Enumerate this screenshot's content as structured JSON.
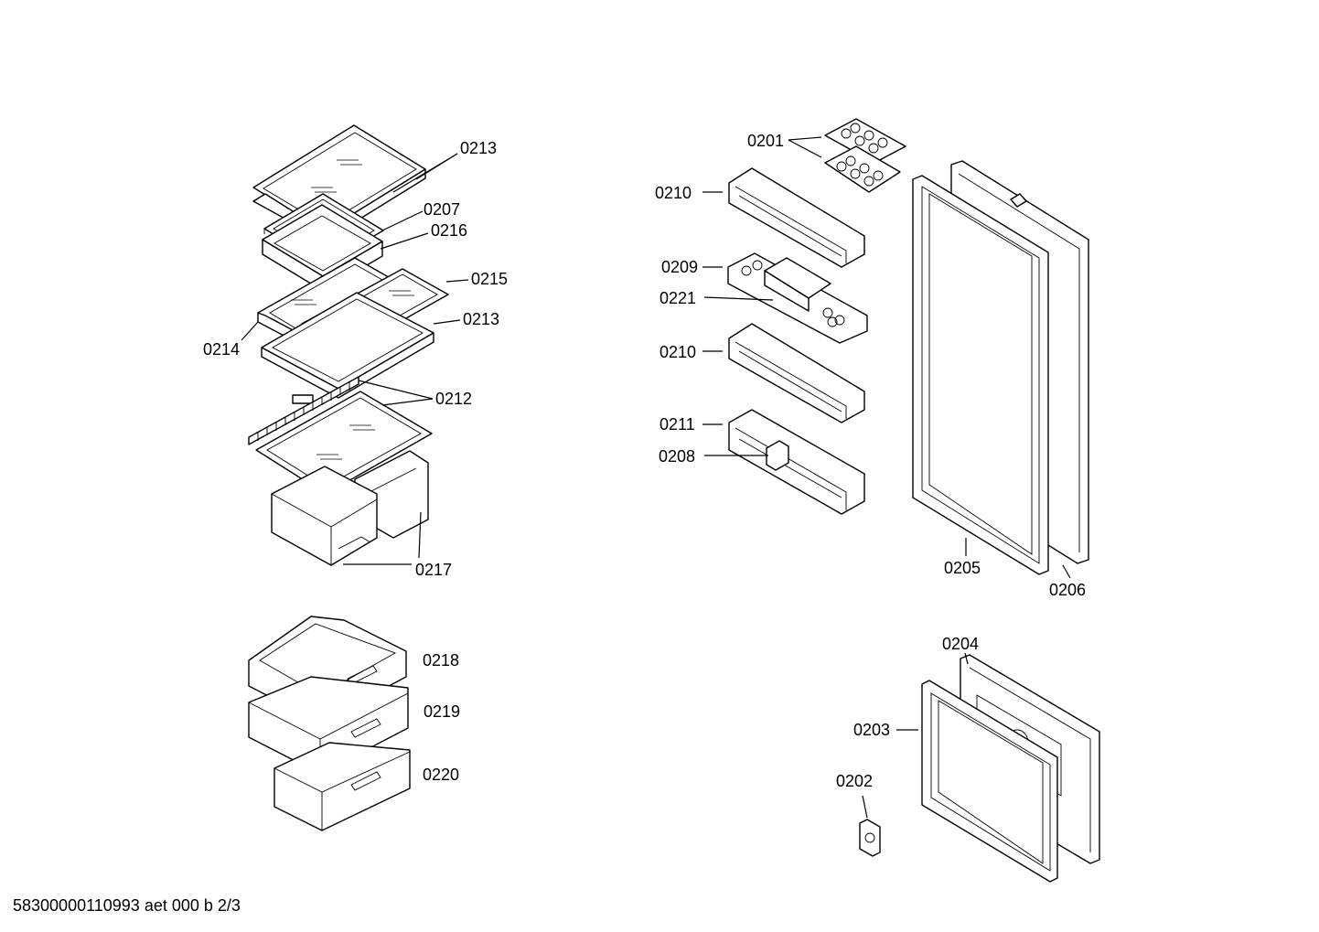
{
  "labels": {
    "l0201": "0201",
    "l0202": "0202",
    "l0203": "0203",
    "l0204": "0204",
    "l0205": "0205",
    "l0206": "0206",
    "l0207": "0207",
    "l0208": "0208",
    "l0209": "0209",
    "l0210a": "0210",
    "l0210b": "0210",
    "l0211": "0211",
    "l0212": "0212",
    "l0213a": "0213",
    "l0213b": "0213",
    "l0214": "0214",
    "l0215": "0215",
    "l0216": "0216",
    "l0217": "0217",
    "l0218": "0218",
    "l0219": "0219",
    "l0220": "0220",
    "l0221": "0221"
  },
  "footer": "58300000110993 aet 000 b 2/3"
}
